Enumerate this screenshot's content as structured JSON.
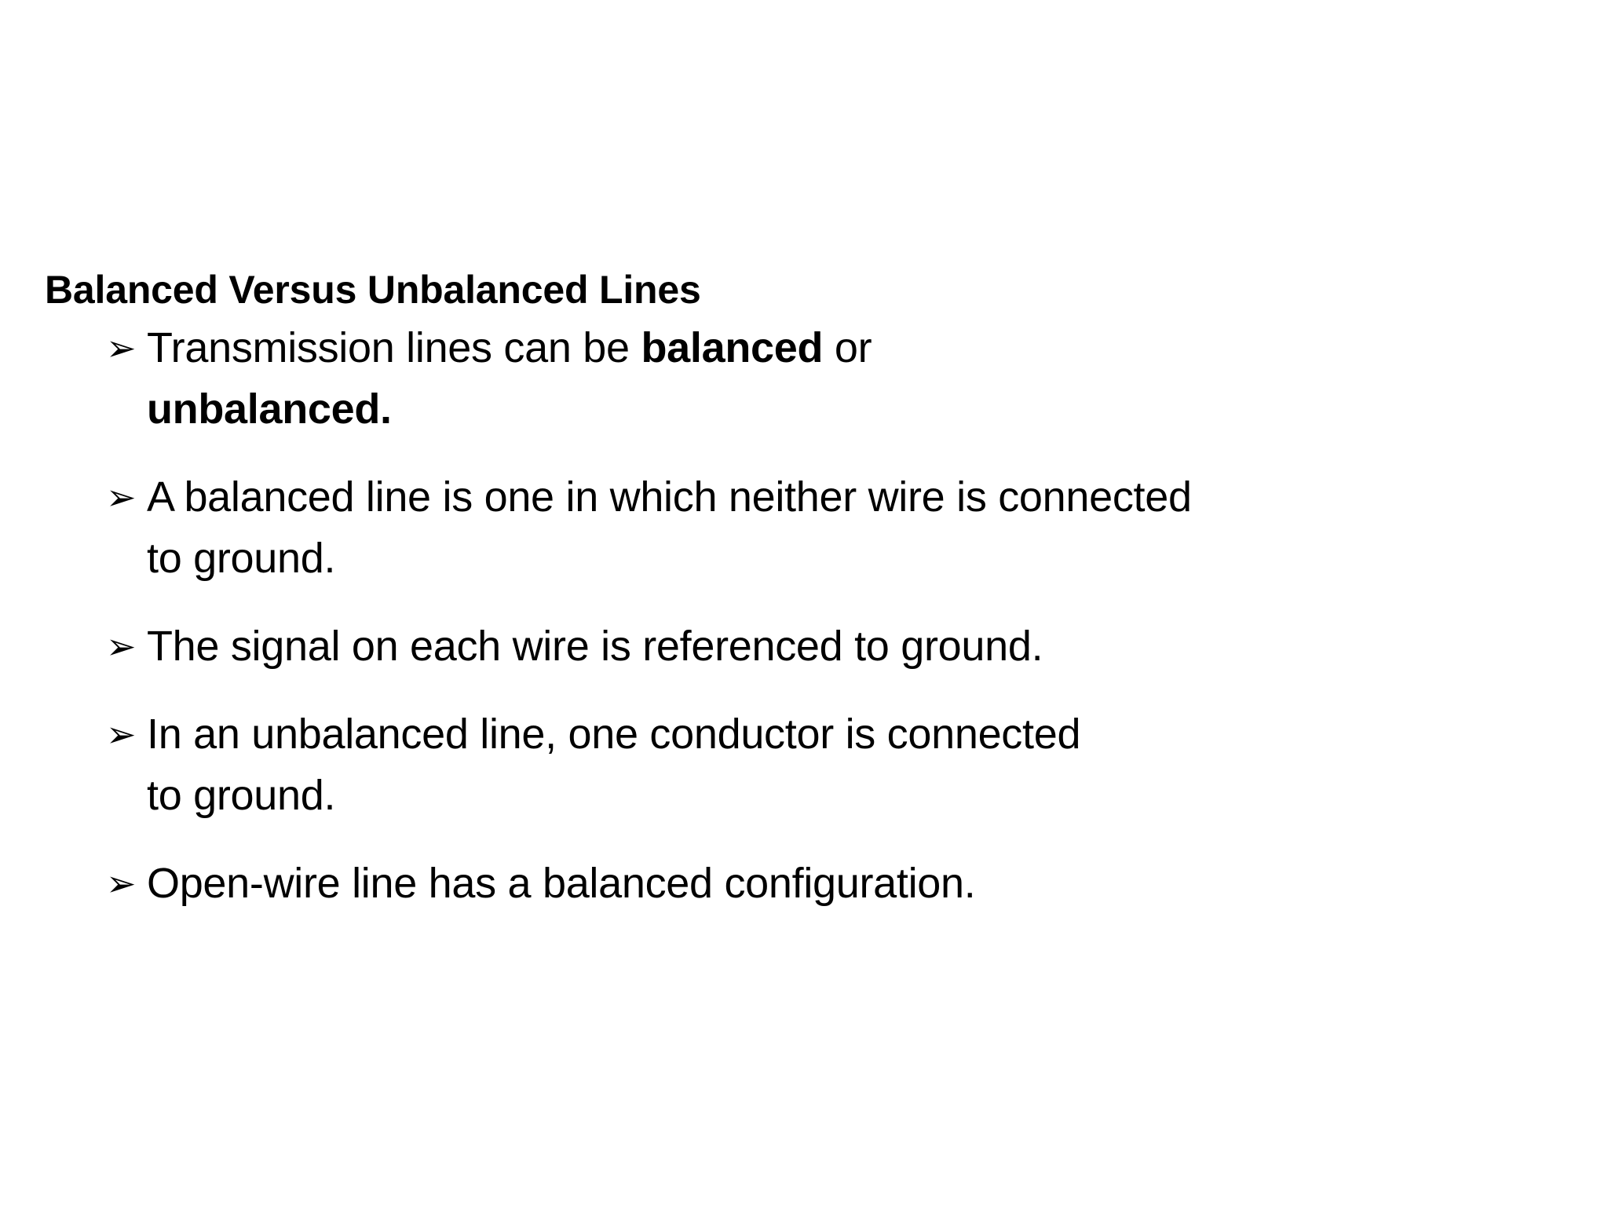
{
  "slide": {
    "background_color": "#FFFFFF",
    "text_color": "#000000",
    "title": "Balanced Versus Unbalanced Lines",
    "bullet_marker": "➢",
    "bullet_marker_name": "arrowhead-bullet-icon",
    "bullets": [
      {
        "id": "bullet-1",
        "segments": [
          {
            "text": "Transmission lines can be ",
            "bold": false
          },
          {
            "text": "balanced",
            "bold": true
          },
          {
            "text": " or ",
            "bold": false
          },
          {
            "text": "unbalanced.",
            "bold": true
          }
        ],
        "plain_text": "Transmission lines can be balanced or unbalanced."
      },
      {
        "id": "bullet-2",
        "segments": [
          {
            "text": "A balanced line is one in which neither wire is connected to ground.",
            "bold": false
          }
        ],
        "plain_text": "A balanced line is one in which neither wire is connected to ground."
      },
      {
        "id": "bullet-3",
        "segments": [
          {
            "text": "The signal on each wire is referenced to ground.",
            "bold": false
          }
        ],
        "plain_text": "The signal on each wire is referenced to ground."
      },
      {
        "id": "bullet-4",
        "segments": [
          {
            "text": "In an unbalanced line, one conductor is connected to ground.",
            "bold": false
          }
        ],
        "plain_text": "In an unbalanced line, one conductor is connected to ground."
      },
      {
        "id": "bullet-5",
        "segments": [
          {
            "text": "Open-wire line has a balanced configuration.",
            "bold": false
          }
        ],
        "plain_text": "Open-wire line has a balanced configuration."
      }
    ]
  }
}
